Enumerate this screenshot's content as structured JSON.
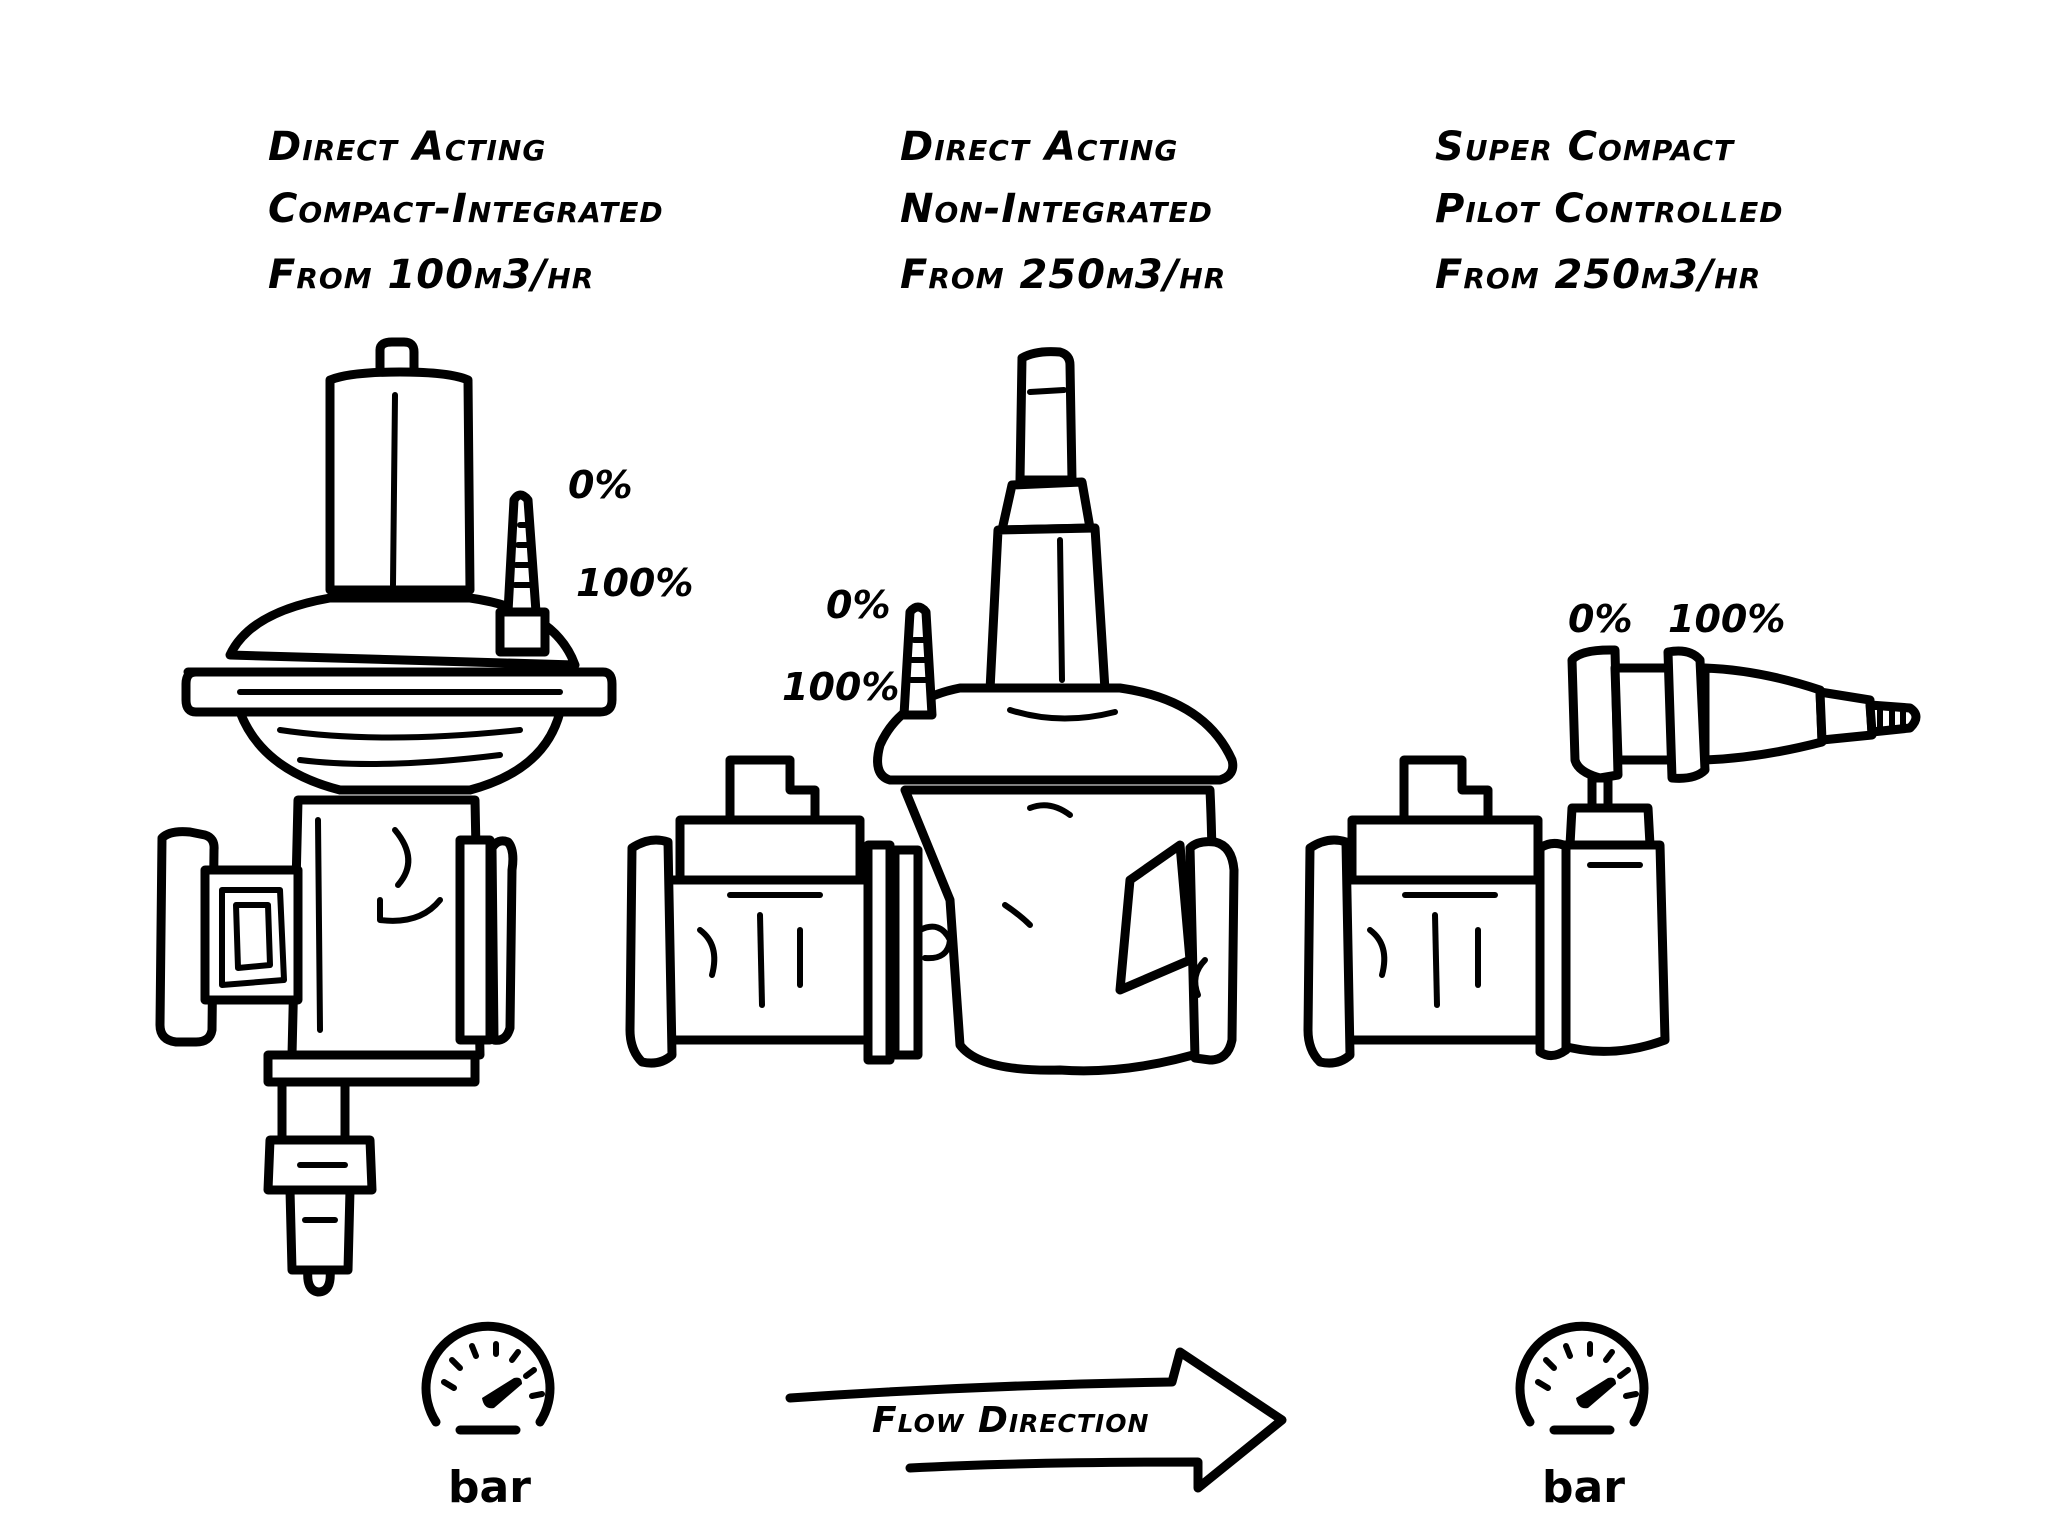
{
  "regulators": [
    {
      "title_lines": [
        "Direct Acting",
        "Compact-Integrated",
        "From 100m3/hr"
      ],
      "scale_labels": [
        "0%",
        "100%"
      ]
    },
    {
      "title_lines": [
        "Direct Acting",
        "Non-Integrated",
        "From 250m3/hr"
      ],
      "scale_labels": [
        "0%",
        "100%"
      ]
    },
    {
      "title_lines": [
        "Super Compact",
        "Pilot Controlled",
        "From 250m3/hr"
      ],
      "scale_labels": [
        "0%",
        "100%"
      ]
    }
  ],
  "gauges": [
    {
      "unit": "bar",
      "icon": "pressure-gauge-icon"
    },
    {
      "unit": "bar",
      "icon": "pressure-gauge-icon"
    }
  ],
  "flow": {
    "label": "Flow Direction",
    "icon": "right-arrow-icon"
  },
  "colors": {
    "ink": "#000000",
    "background": "#ffffff"
  }
}
